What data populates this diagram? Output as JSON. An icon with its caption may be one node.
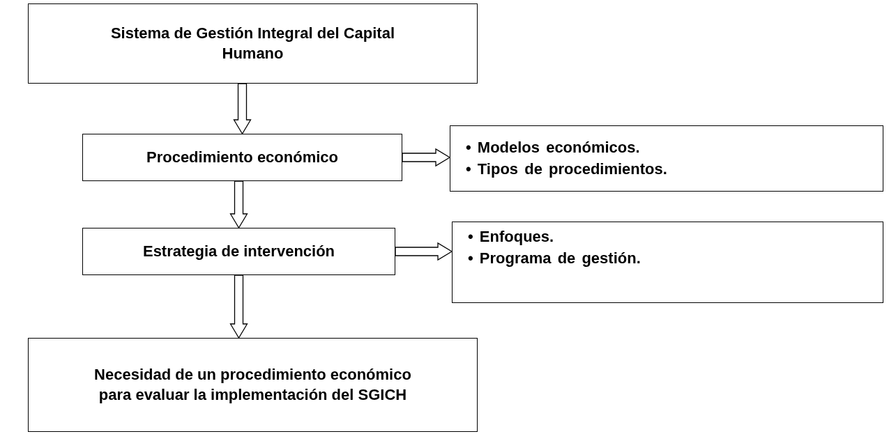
{
  "diagram": {
    "nodes": [
      {
        "text": [
          "Sistema de Gestión Integral del Capital Humano"
        ]
      },
      {
        "text": [
          "Procedimiento económico"
        ]
      },
      {
        "text": [
          "• Modelos económicos.",
          "• Tipos de procedimientos."
        ]
      },
      {
        "text": [
          "Estrategia de intervención"
        ]
      },
      {
        "text": [
          "• Enfoques.",
          "• Programa de gestión."
        ]
      },
      {
        "text": [
          "Necesidad de un procedimiento económico para evaluar la implementación del SGICH"
        ]
      }
    ],
    "edges": [
      {
        "from": 0,
        "to": 1,
        "arrow": "to"
      },
      {
        "from": 1,
        "to": 2,
        "arrow": "to"
      },
      {
        "from": 1,
        "to": 3,
        "arrow": "to"
      },
      {
        "from": 3,
        "to": 4,
        "arrow": "to"
      },
      {
        "from": 3,
        "to": 5,
        "arrow": "to"
      }
    ]
  }
}
